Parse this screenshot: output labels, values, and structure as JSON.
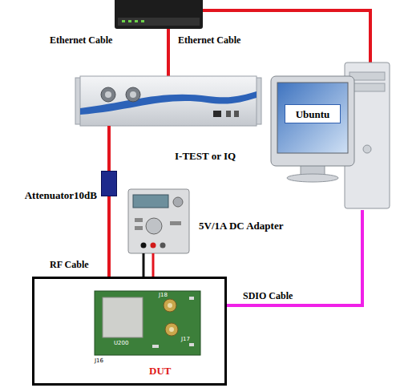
{
  "diagram": {
    "nodes": [
      {
        "text": [
          "I-TEST or IQ"
        ]
      },
      {
        "text": [
          "Ubuntu"
        ]
      },
      {
        "text": [
          "Attenuator10dB"
        ]
      },
      {
        "text": [
          "5V/1A DC Adapter"
        ]
      },
      {
        "text": [
          "DUT"
        ]
      }
    ],
    "edges": [
      {
        "from": 0,
        "to": 2,
        "arrow": "none"
      },
      {
        "from": 2,
        "to": 4,
        "label": "RF Cable",
        "arrow": "none"
      },
      {
        "from": 3,
        "to": 4,
        "arrow": "none"
      },
      {
        "from": 1,
        "to": 4,
        "label": "SDIO Cable",
        "arrow": "none"
      }
    ],
    "labels": [
      "Ethernet Cable",
      "Ethernet Cable",
      "J18",
      "U200",
      "J17",
      "J16"
    ]
  }
}
